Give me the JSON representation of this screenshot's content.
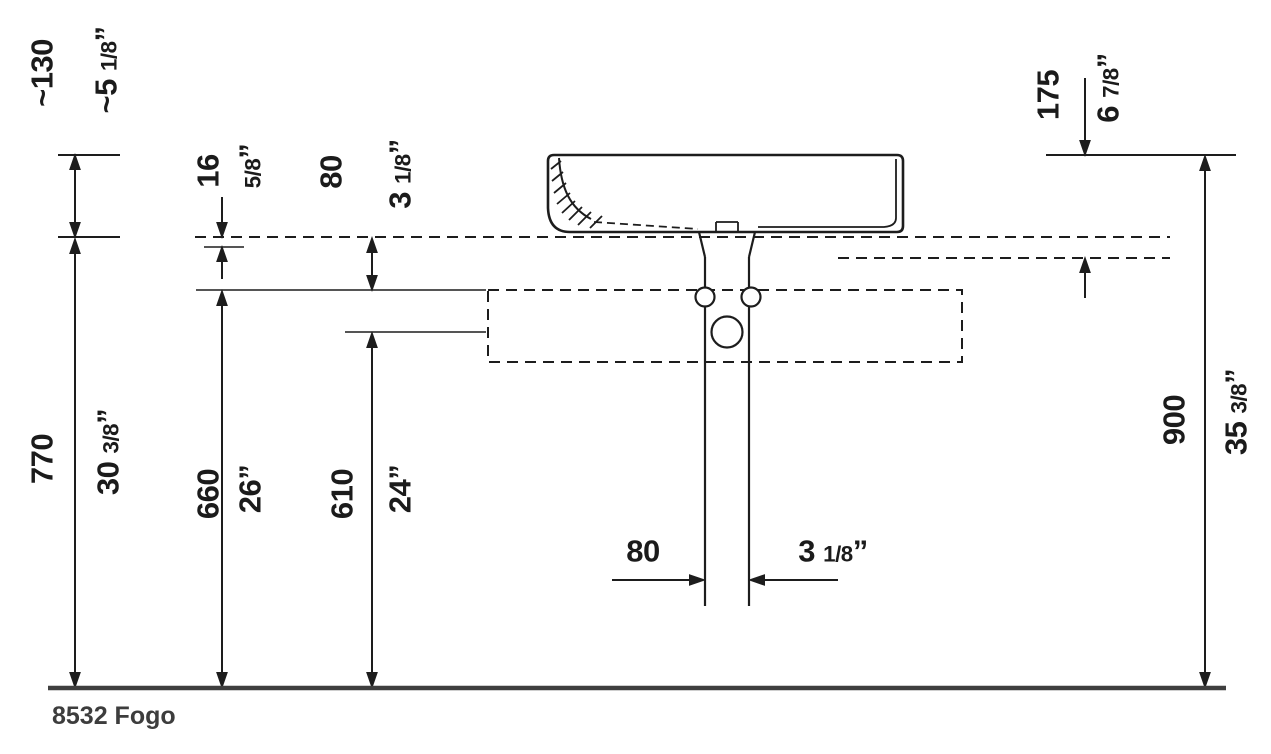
{
  "title": "8532 Fogo",
  "colors": {
    "line": "#1d1d1d",
    "text": "#1b1b1b",
    "ground": "#3f3f3f"
  },
  "dims": {
    "d130": {
      "mm": "~130",
      "in": "~5 1/8”"
    },
    "d16": {
      "mm": "16",
      "in": "5/8”"
    },
    "d80v": {
      "mm": "80",
      "in": "3 1/8”"
    },
    "d175": {
      "mm": "175",
      "in": "6 7/8”"
    },
    "d770": {
      "mm": "770",
      "in": "30 3/8”"
    },
    "d660": {
      "mm": "660",
      "in": "26”"
    },
    "d610": {
      "mm": "610",
      "in": "24”"
    },
    "d900": {
      "mm": "900",
      "in": "35 3/8”"
    },
    "d80h": {
      "mm": "80",
      "in": "3 1/8”"
    }
  }
}
